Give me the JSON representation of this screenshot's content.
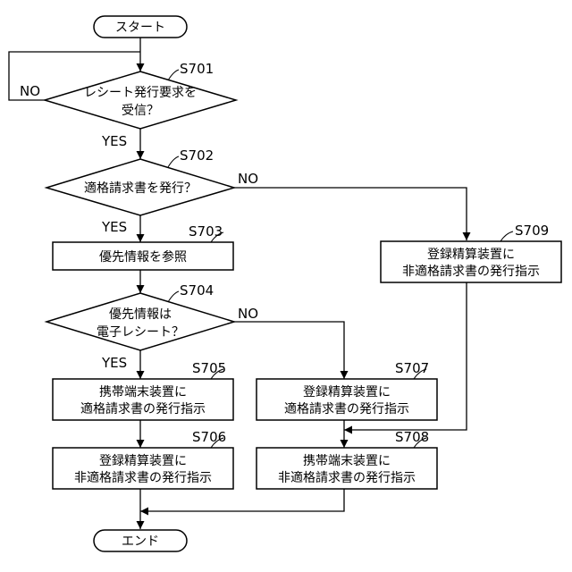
{
  "nodes": {
    "start": {
      "text": "スタート"
    },
    "end": {
      "text": "エンド"
    },
    "s701": {
      "step": "S701",
      "line1": "レシート発行要求を",
      "line2": "受信？"
    },
    "s702": {
      "step": "S702",
      "line1": "適格請求書を発行？"
    },
    "s703": {
      "step": "S703",
      "line1": "優先情報を参照"
    },
    "s704": {
      "step": "S704",
      "line1": "優先情報は",
      "line2": "電子レシート？"
    },
    "s705": {
      "step": "S705",
      "line1": "携帯端末装置に",
      "line2": "適格請求書の発行指示"
    },
    "s706": {
      "step": "S706",
      "line1": "登録精算装置に",
      "line2": "非適格請求書の発行指示"
    },
    "s707": {
      "step": "S707",
      "line1": "登録精算装置に",
      "line2": "適格請求書の発行指示"
    },
    "s708": {
      "step": "S708",
      "line1": "携帯端末装置に",
      "line2": "非適格請求書の発行指示"
    },
    "s709": {
      "step": "S709",
      "line1": "登録精算装置に",
      "line2": "非適格請求書の発行指示"
    }
  },
  "branches": {
    "s701_no": "NO",
    "s701_yes": "YES",
    "s702_no": "NO",
    "s702_yes": "YES",
    "s704_no": "NO",
    "s704_yes": "YES"
  }
}
